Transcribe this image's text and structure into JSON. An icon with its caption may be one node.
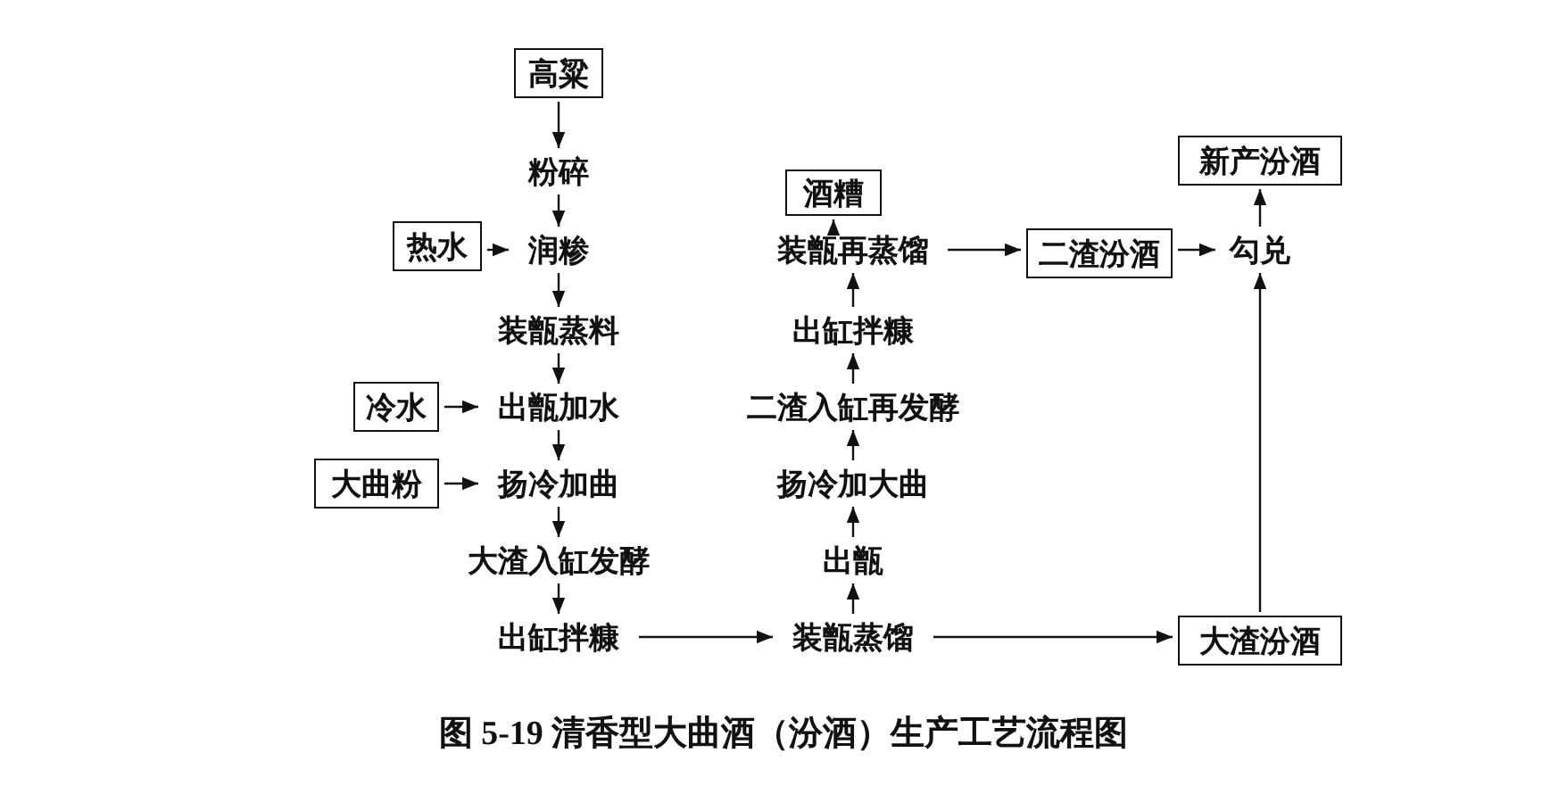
{
  "diagram": {
    "caption": "图 5-19 清香型大曲酒（汾酒）生产工艺流程图",
    "nodes": [
      {
        "text": [
          "高粱"
        ]
      },
      {
        "text": [
          "粉碎"
        ]
      },
      {
        "text": [
          "热水"
        ]
      },
      {
        "text": [
          "润糁"
        ]
      },
      {
        "text": [
          "装甑蒸料"
        ]
      },
      {
        "text": [
          "冷水"
        ]
      },
      {
        "text": [
          "出甑加水"
        ]
      },
      {
        "text": [
          "大曲粉"
        ]
      },
      {
        "text": [
          "扬冷加曲"
        ]
      },
      {
        "text": [
          "大渣入缸发酵"
        ]
      },
      {
        "text": [
          "出缸拌糠"
        ]
      },
      {
        "text": [
          "酒糟"
        ]
      },
      {
        "text": [
          "装甑再蒸馏"
        ]
      },
      {
        "text": [
          "出缸拌糠"
        ]
      },
      {
        "text": [
          "二渣入缸再发酵"
        ]
      },
      {
        "text": [
          "扬冷加大曲"
        ]
      },
      {
        "text": [
          "出甑"
        ]
      },
      {
        "text": [
          "装甑蒸馏"
        ]
      },
      {
        "text": [
          "新产汾酒"
        ]
      },
      {
        "text": [
          "二渣汾酒"
        ]
      },
      {
        "text": [
          "勾兑"
        ]
      },
      {
        "text": [
          "大渣汾酒"
        ]
      }
    ],
    "edges": [
      {
        "from": 0,
        "to": 1,
        "arrow": "to"
      },
      {
        "from": 1,
        "to": 3,
        "arrow": "to"
      },
      {
        "from": 2,
        "to": 3,
        "arrow": "to"
      },
      {
        "from": 3,
        "to": 4,
        "arrow": "to"
      },
      {
        "from": 4,
        "to": 6,
        "arrow": "to"
      },
      {
        "from": 5,
        "to": 6,
        "arrow": "to"
      },
      {
        "from": 6,
        "to": 8,
        "arrow": "to"
      },
      {
        "from": 7,
        "to": 8,
        "arrow": "to"
      },
      {
        "from": 8,
        "to": 9,
        "arrow": "to"
      },
      {
        "from": 9,
        "to": 10,
        "arrow": "to"
      },
      {
        "from": 10,
        "to": 17,
        "arrow": "to"
      },
      {
        "from": 17,
        "to": 16,
        "arrow": "to"
      },
      {
        "from": 16,
        "to": 15,
        "arrow": "to"
      },
      {
        "from": 15,
        "to": 14,
        "arrow": "to"
      },
      {
        "from": 14,
        "to": 13,
        "arrow": "to"
      },
      {
        "from": 13,
        "to": 12,
        "arrow": "to"
      },
      {
        "from": 12,
        "to": 11,
        "arrow": "to"
      },
      {
        "from": 12,
        "to": 19,
        "arrow": "to"
      },
      {
        "from": 19,
        "to": 20,
        "arrow": "to"
      },
      {
        "from": 20,
        "to": 18,
        "arrow": "to"
      },
      {
        "from": 17,
        "to": 21,
        "arrow": "to"
      },
      {
        "from": 21,
        "to": 20,
        "arrow": "to"
      }
    ]
  }
}
